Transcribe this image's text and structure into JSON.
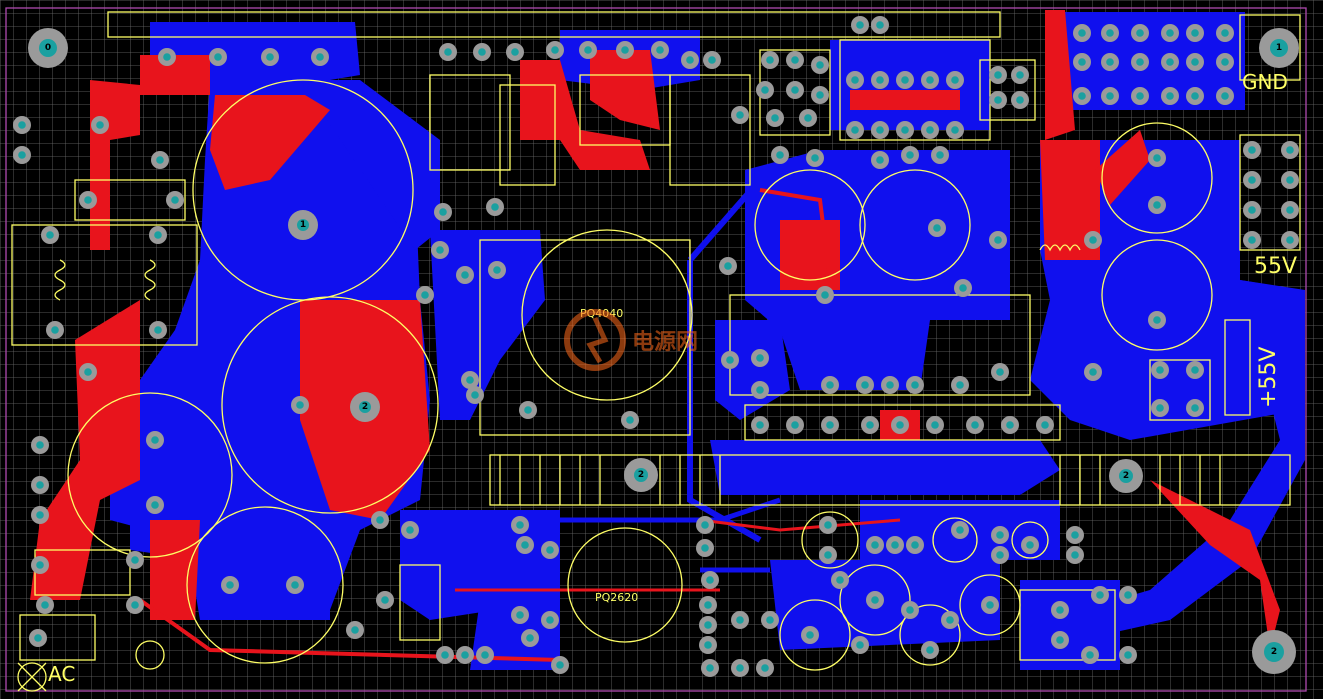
{
  "board": {
    "colors": {
      "background": "#000000",
      "grid": "#6e6e6e",
      "top_copper": "#e8141c",
      "bottom_copper": "#1010ee",
      "silkscreen": "#ffff66",
      "pad": "#9a9a9a",
      "pad_hole": "#1aa0a0",
      "outline": "#b04ab0"
    },
    "labels": {
      "gnd": "GND",
      "v55": "55V",
      "v55_plus": "+55V",
      "ac": "AC",
      "transformer_main": "PQ4040",
      "transformer_aux": "PQ2620",
      "watermark": "电源网"
    },
    "pad_numbers": {
      "mount_top_left": "0",
      "mount_top_right": "1",
      "cap_big_a": "1",
      "cap_big_b": "2",
      "heatsink_left": "2",
      "heatsink_right": "2",
      "mount_bottom_right": "2"
    }
  }
}
